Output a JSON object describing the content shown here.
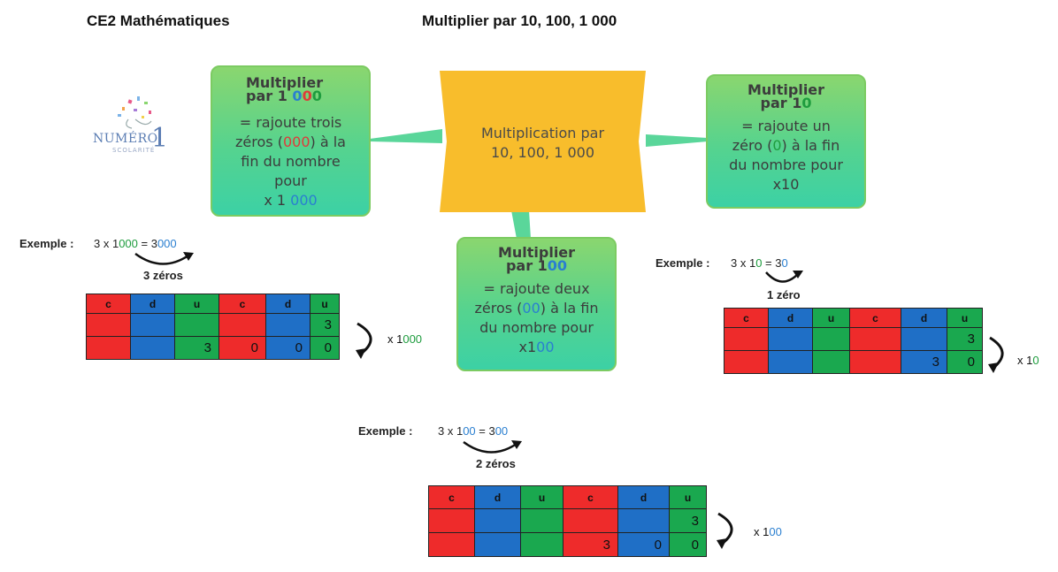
{
  "header": {
    "left": "CE2 Mathématiques",
    "center": "Multiplier par 10, 100, 1 000"
  },
  "logo": {
    "text": "NUMÉRO",
    "digit": "1",
    "sub": "SCOLARITÉ"
  },
  "center_node": {
    "line1": "Multiplication par",
    "line2": "10, 100, 1 000"
  },
  "node_1000": {
    "title1": "Multiplier",
    "title2_a": "par 1 ",
    "title2_b": "0",
    "title2_c": "0",
    "title2_d": "0",
    "l1": "= rajoute trois",
    "l2_a": "zéros (",
    "l2_b": "000",
    "l2_c": ") à la",
    "l3": "fin du nombre",
    "l4": "pour",
    "l5_a": "x 1 ",
    "l5_b": "000"
  },
  "node_10": {
    "title1": "Multiplier",
    "title2_a": "par 1",
    "title2_b": "0",
    "l1": "= rajoute un",
    "l2_a": "zéro (",
    "l2_b": "0",
    "l2_c": ") à la fin",
    "l3": "du nombre pour",
    "l4_a": "x1",
    "l4_b": "0"
  },
  "node_100": {
    "title1": "Multiplier",
    "title2_a": "par 1",
    "title2_b": "00",
    "l1": "= rajoute deux",
    "l2_a": "zéros (",
    "l2_b": "00",
    "l2_c": ") à la fin",
    "l3": "du nombre pour",
    "l4_a": "x1",
    "l4_b": "00"
  },
  "example_1000": {
    "label": "Exemple :",
    "eq_a": "3 x 1",
    "eq_b": "000",
    "eq_c": " = 3",
    "eq_d": "000",
    "zeros": "3 zéros",
    "mult_a": "x 1",
    "mult_b": "000"
  },
  "example_10": {
    "label": "Exemple :",
    "eq_a": "3 x 1",
    "eq_b": "0",
    "eq_c": " = 3",
    "eq_d": "0",
    "zeros": "1 zéro",
    "mult_a": "x 1",
    "mult_b": "0"
  },
  "example_100": {
    "label": "Exemple :",
    "eq_a": "3 x 1",
    "eq_b": "00",
    "eq_c": " = 3",
    "eq_d": "00",
    "zeros": "2 zéros",
    "mult_a": "x 1",
    "mult_b": "00"
  },
  "table_headers": [
    "c",
    "d",
    "u",
    "c",
    "d",
    "u"
  ],
  "table_1000": {
    "row1": [
      "",
      "",
      "",
      "",
      "",
      "3"
    ],
    "row2": [
      "",
      "",
      "3",
      "0",
      "0",
      "0"
    ]
  },
  "table_10": {
    "row1": [
      "",
      "",
      "",
      "",
      "",
      "3"
    ],
    "row2": [
      "",
      "",
      "",
      "",
      "3",
      "0"
    ]
  },
  "table_100": {
    "row1": [
      "",
      "",
      "",
      "",
      "",
      "3"
    ],
    "row2": [
      "",
      "",
      "",
      "3",
      "0",
      "0"
    ]
  },
  "colors": {
    "red": "#ee2b2b",
    "blue": "#1f6fc6",
    "green": "#1aa84f",
    "center": "#f8bd2c"
  }
}
